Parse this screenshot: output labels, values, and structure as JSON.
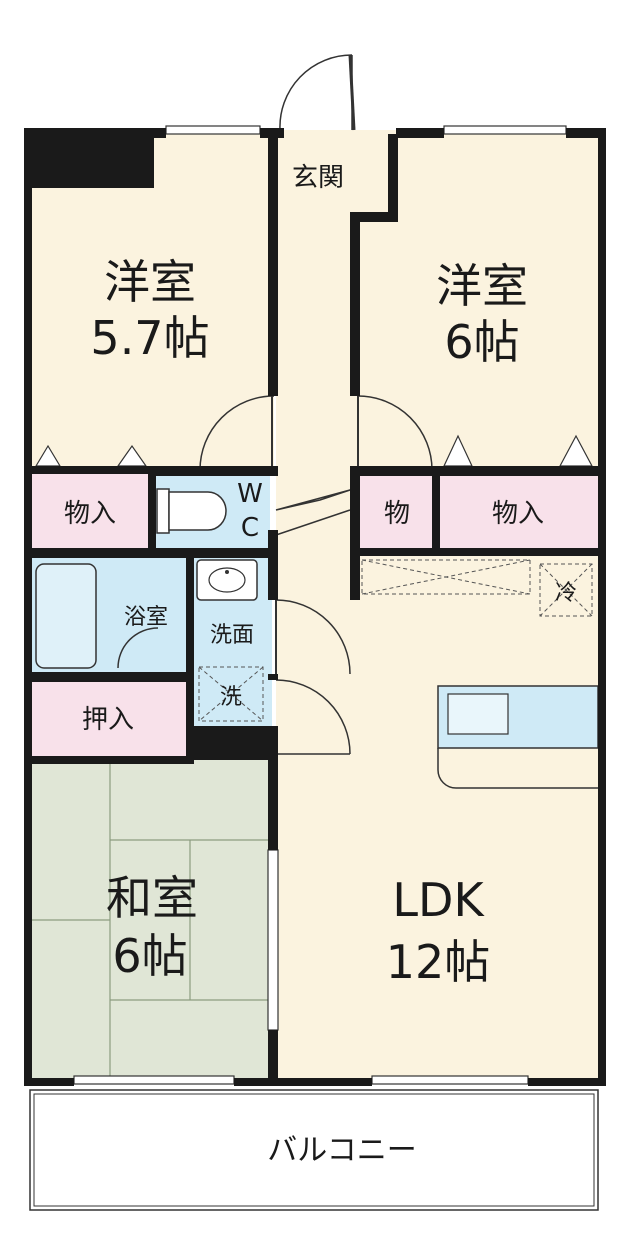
{
  "rooms": {
    "western_a": {
      "name": "洋室",
      "size": "5.7帖"
    },
    "western_b": {
      "name": "洋室",
      "size": "6帖"
    },
    "entrance": "玄関",
    "wc": {
      "line1": "W",
      "line2": "C"
    },
    "storage_a": "物入",
    "storage_b": "物",
    "storage_c": "物入",
    "bath": "浴室",
    "washroom": "洗面",
    "washer": "洗",
    "fridge": "冷",
    "closet": "押入",
    "japanese": {
      "name": "和室",
      "size": "6帖"
    },
    "ldk": {
      "name": "LDK",
      "size": "12帖"
    },
    "balcony": "バルコニー"
  },
  "colors": {
    "room_floor": "#fbf3df",
    "wet_area": "#cfeaf6",
    "storage": "#f8e1ea",
    "tatami": "#e0e6d6",
    "wall": "#1a1a1a"
  }
}
